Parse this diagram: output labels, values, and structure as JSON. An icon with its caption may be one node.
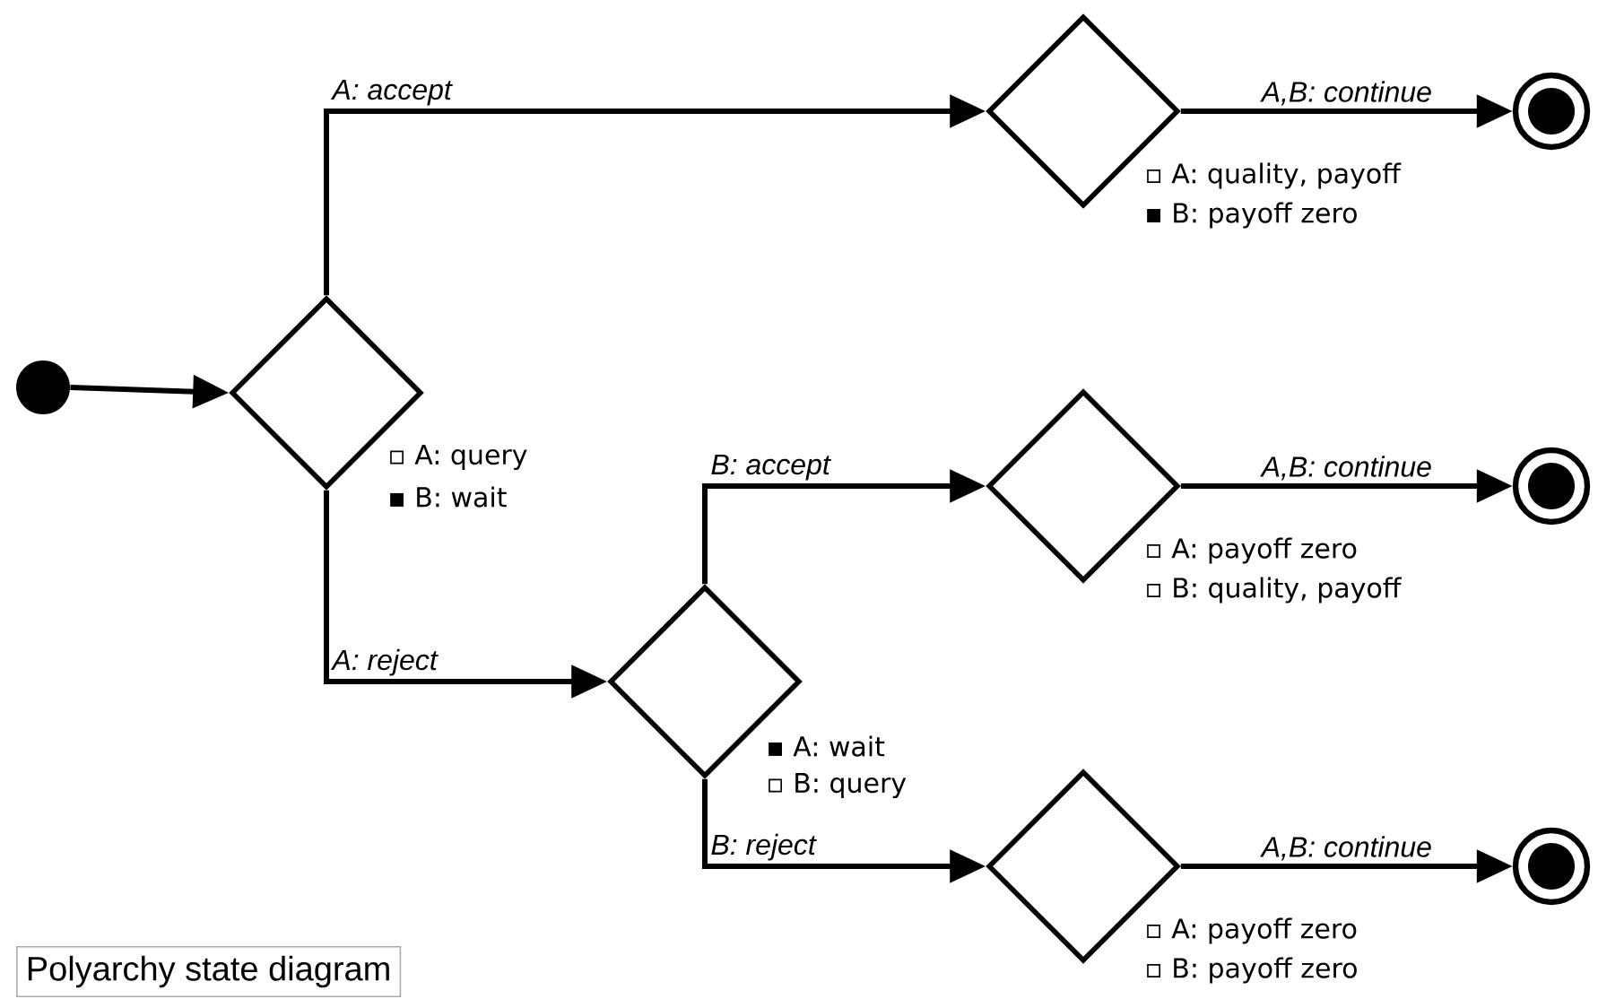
{
  "diagram": {
    "caption": "Polyarchy state diagram",
    "nodes": [
      {
        "text": [],
        "shape": "circle"
      },
      {
        "text": [],
        "shape": "diamond",
        "beside": [
          "▫ A: query",
          "▪ B: wait"
        ]
      },
      {
        "text": [],
        "shape": "diamond",
        "beside": [
          "▫ A: quality, payoff",
          "▪ B: payoff zero"
        ]
      },
      {
        "text": [],
        "shape": "circle"
      },
      {
        "text": [],
        "shape": "diamond",
        "beside": [
          "▪ A: wait",
          "▫ B: query"
        ]
      },
      {
        "text": [],
        "shape": "diamond",
        "beside": [
          "▫ A: payoff zero",
          "▫ B: quality, payoff"
        ]
      },
      {
        "text": [],
        "shape": "circle"
      },
      {
        "text": [],
        "shape": "diamond",
        "beside": [
          "▫ A: payoff zero",
          "▫ B: payoff zero"
        ]
      },
      {
        "text": [],
        "shape": "circle"
      }
    ],
    "edges": [
      {
        "from": 0,
        "to": 1,
        "arrow": "to"
      },
      {
        "from": 1,
        "to": 2,
        "arrow": "to",
        "label": "A: accept"
      },
      {
        "from": 2,
        "to": 3,
        "arrow": "to",
        "label": "A,B: continue"
      },
      {
        "from": 1,
        "to": 4,
        "arrow": "to",
        "label": "A: reject"
      },
      {
        "from": 4,
        "to": 5,
        "arrow": "to",
        "label": "B: accept"
      },
      {
        "from": 5,
        "to": 6,
        "arrow": "to",
        "label": "A,B: continue"
      },
      {
        "from": 4,
        "to": 7,
        "arrow": "to",
        "label": "B: reject"
      },
      {
        "from": 7,
        "to": 8,
        "arrow": "to",
        "label": "A,B: continue"
      }
    ]
  }
}
